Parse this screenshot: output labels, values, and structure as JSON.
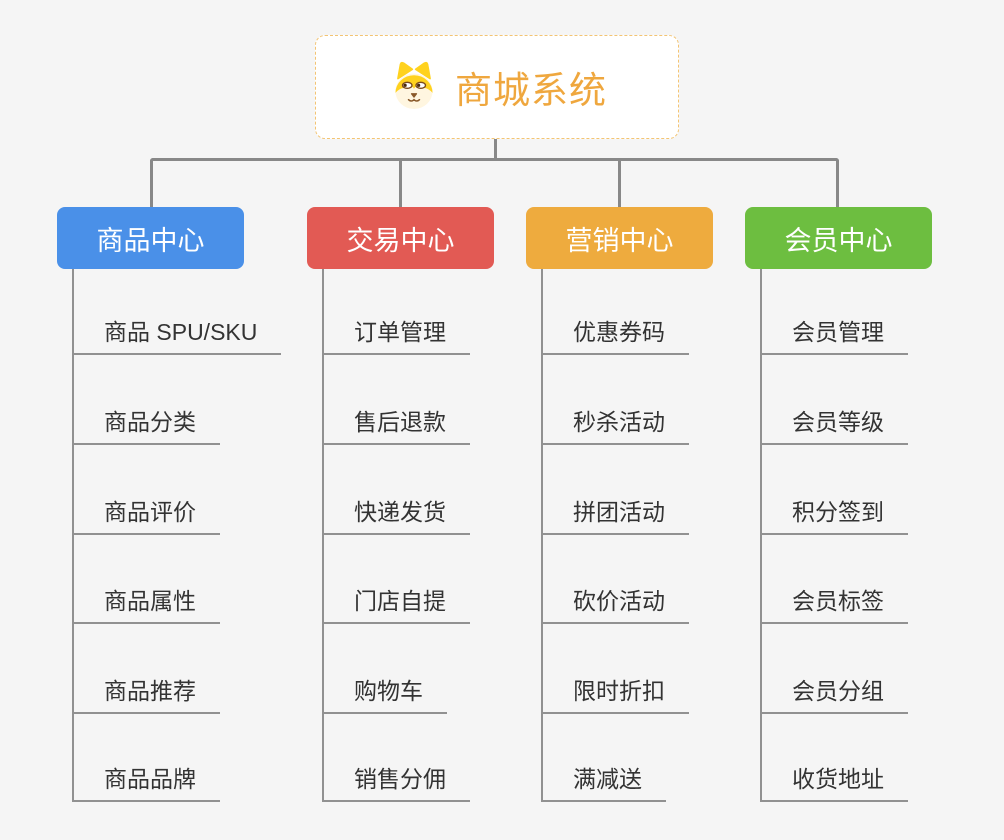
{
  "canvas": {
    "background": "#f5f5f5",
    "connector_color": "#888888"
  },
  "root": {
    "title": "商城系统",
    "icon": "shiba-dog-icon",
    "title_color": "#efa73e",
    "border_color": "#f3c473",
    "background": "#ffffff"
  },
  "branches": [
    {
      "label": "商品中心",
      "color": "#4a90e8",
      "items": [
        "商品 SPU/SKU",
        "商品分类",
        "商品评价",
        "商品属性",
        "商品推荐",
        "商品品牌"
      ]
    },
    {
      "label": "交易中心",
      "color": "#e25a54",
      "items": [
        "订单管理",
        "售后退款",
        "快递发货",
        "门店自提",
        "购物车",
        "销售分佣"
      ]
    },
    {
      "label": "营销中心",
      "color": "#eeab3e",
      "items": [
        "优惠券码",
        "秒杀活动",
        "拼团活动",
        "砍价活动",
        "限时折扣",
        "满减送"
      ]
    },
    {
      "label": "会员中心",
      "color": "#6dbe40",
      "items": [
        "会员管理",
        "会员等级",
        "积分签到",
        "会员标签",
        "会员分组",
        "收货地址"
      ]
    }
  ]
}
